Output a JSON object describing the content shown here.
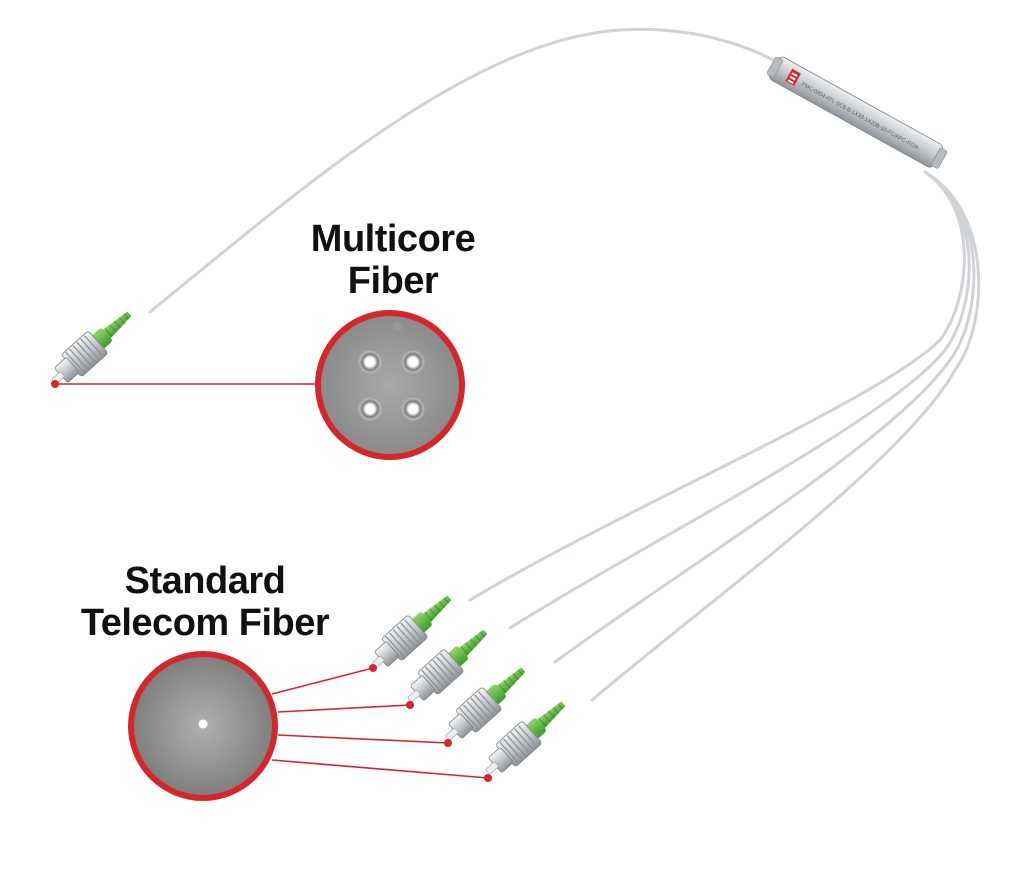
{
  "labels": {
    "multicore": [
      "Multicore",
      "Fiber"
    ],
    "standard": [
      "Standard",
      "Telecom Fiber"
    ]
  },
  "device": {
    "part_number": "FMC-0804-4TL-SC8-B-1X33-1X20B-10-FC/APC-FC/A"
  },
  "colors": {
    "accent_red": "#d6262b",
    "boot_green": "#5cb83a",
    "fiber": "#cfd3d6",
    "ferrule_metal": "#b8bcc0",
    "text": "#111111"
  },
  "components": {
    "multicore_connectors": 1,
    "standard_connectors": 4,
    "multicore_cores": 4,
    "standard_cores": 1
  }
}
